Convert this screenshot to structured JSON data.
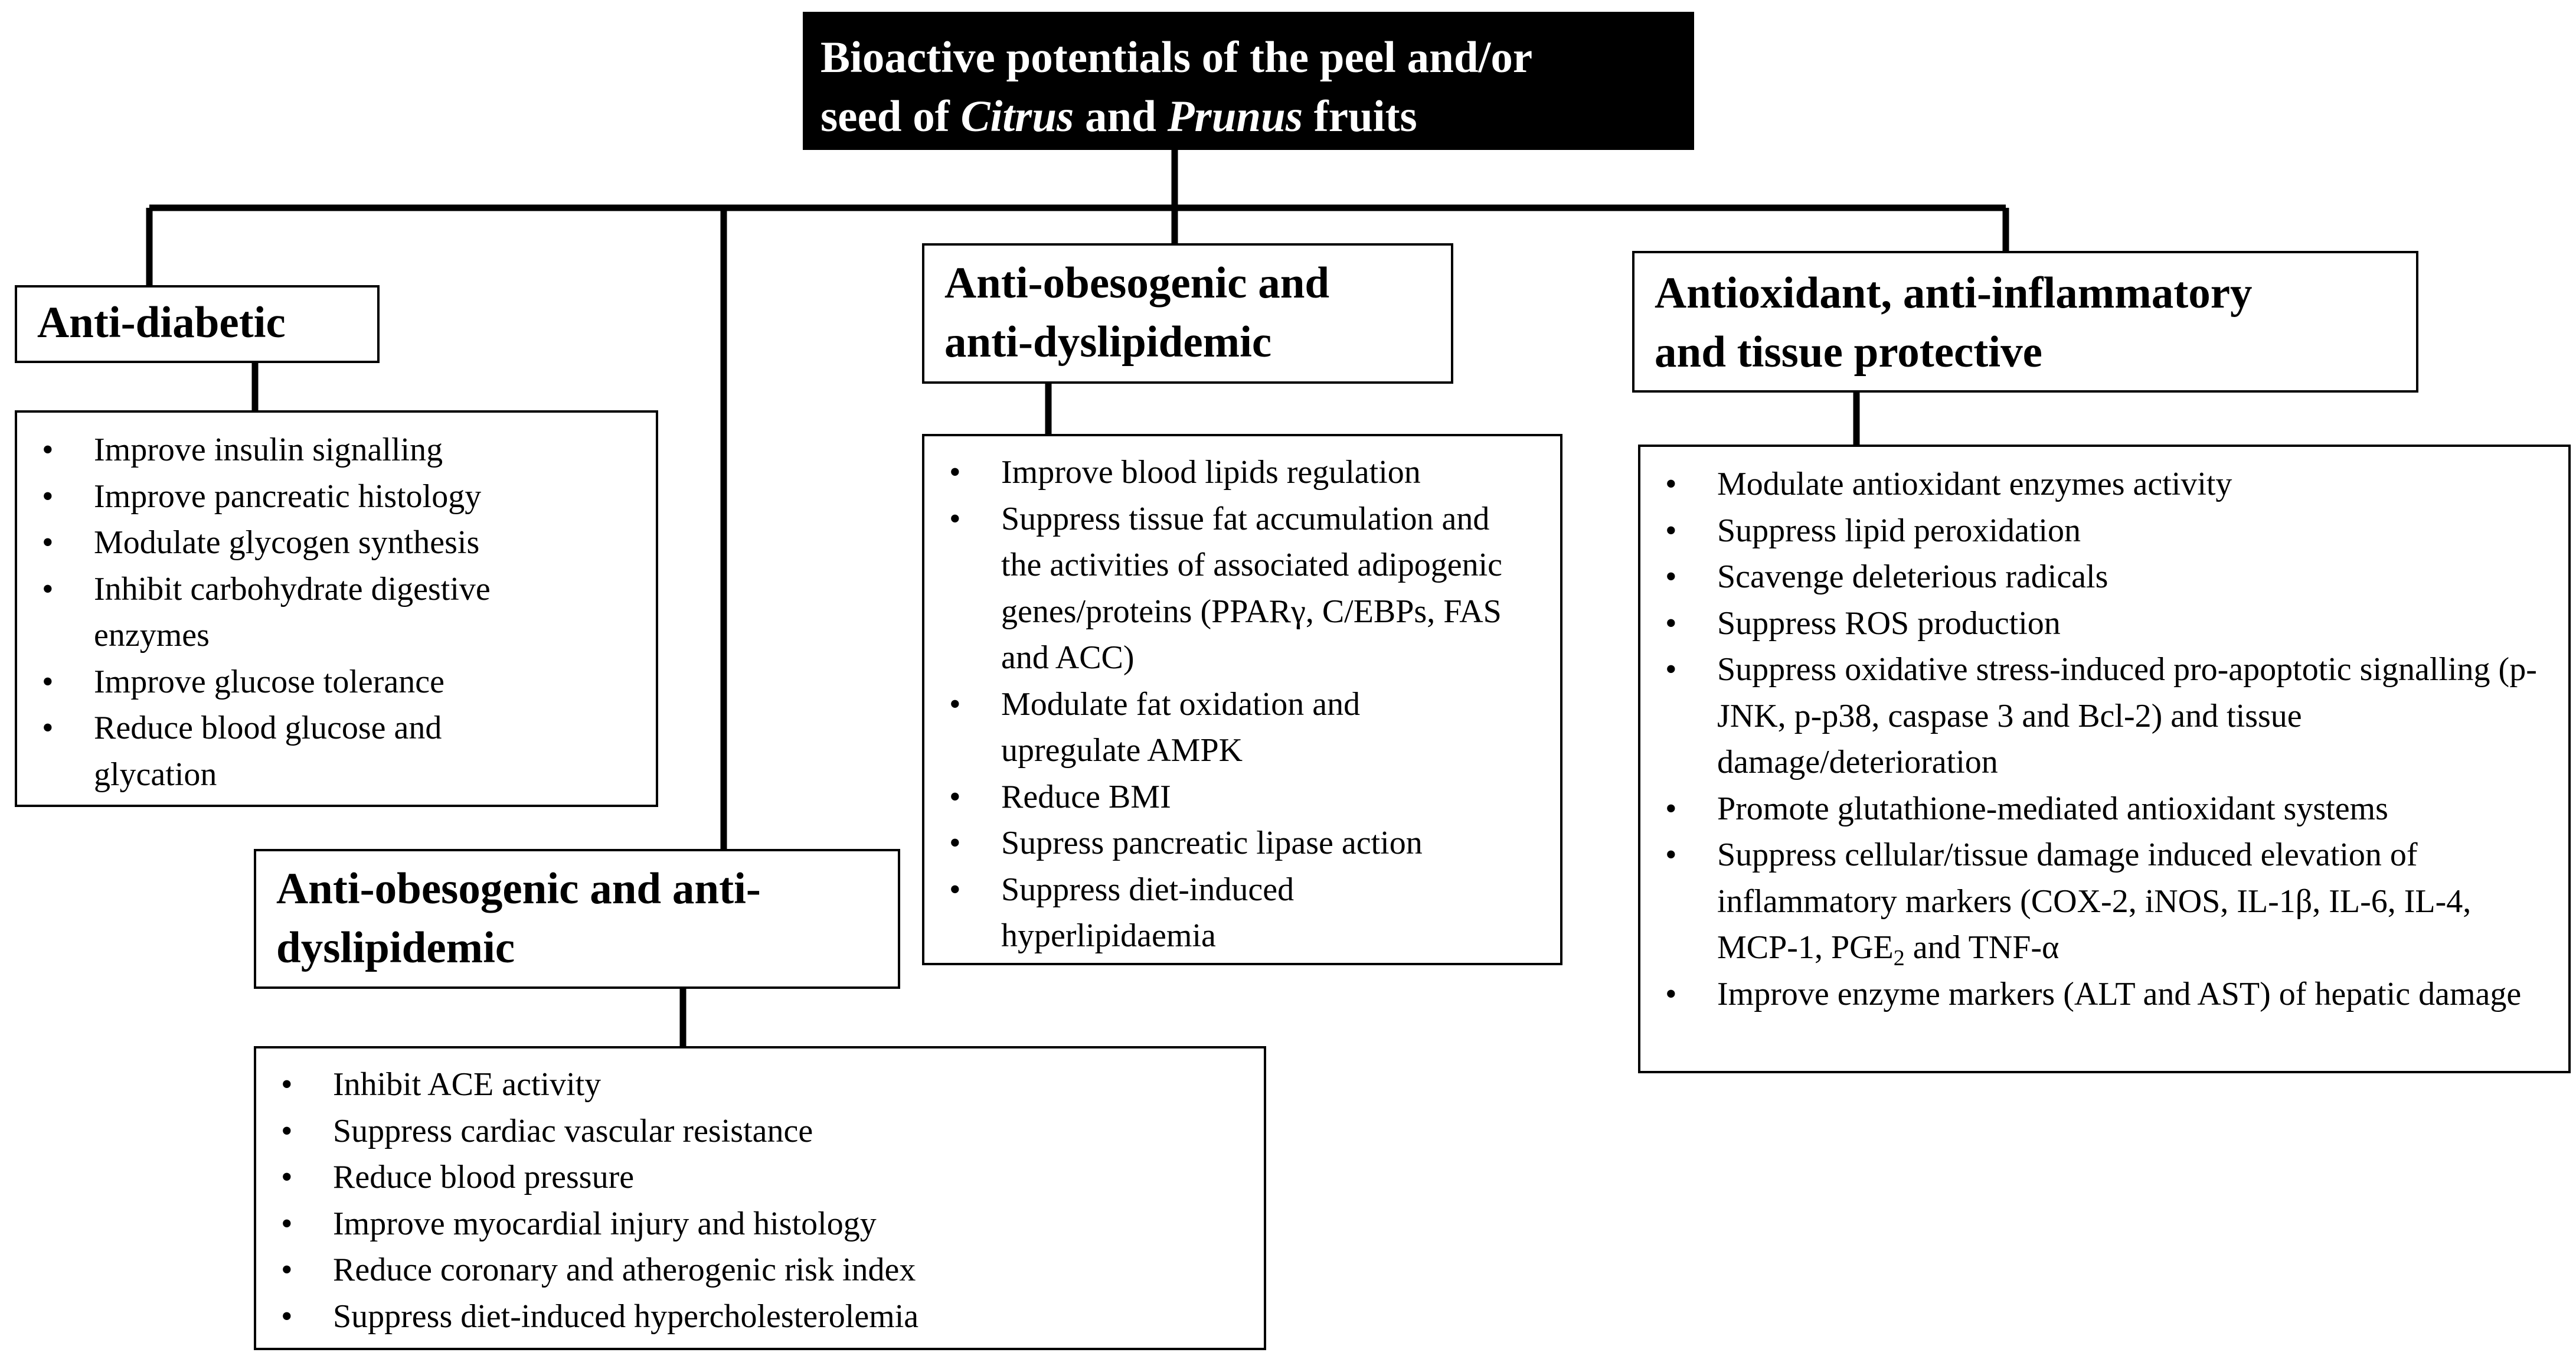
{
  "title": {
    "line1": "Bioactive potentials of the peel and/or",
    "line2_pre": "seed of ",
    "line2_citrus": "Citrus",
    "line2_mid": " and ",
    "line2_prunus": "Prunus",
    "line2_post": " fruits"
  },
  "groups": {
    "anti_diabetic": {
      "heading": "Anti-diabetic",
      "items": [
        "Improve insulin signalling",
        "Improve pancreatic histology",
        "Modulate glycogen synthesis",
        "Inhibit carbohydrate digestive enzymes",
        "Improve glucose tolerance",
        "Reduce blood glucose and glycation"
      ]
    },
    "anti_obesogenic_center": {
      "heading_line1": "Anti-obesogenic and",
      "heading_line2": "anti-dyslipidemic",
      "items": [
        "Improve blood lipids regulation",
        "Suppress tissue fat accumulation and the activities of associated adipogenic genes/proteins (PPARγ, C/EBPs, FAS and ACC)",
        "Modulate fat oxidation and upregulate AMPK",
        "Reduce BMI",
        "Supress pancreatic lipase action",
        "Suppress diet-induced hyperlipidaemia"
      ]
    },
    "antioxidant": {
      "heading_line1": "Antioxidant, anti-inflammatory",
      "heading_line2": "and tissue protective",
      "items": [
        "Modulate antioxidant enzymes activity",
        "Suppress lipid peroxidation",
        "Scavenge deleterious radicals",
        "Suppress ROS production",
        "Suppress oxidative stress-induced pro-apoptotic signalling (p-JNK, p-p38, caspase 3 and Bcl-2) and tissue damage/deterioration",
        "Promote glutathione-mediated antioxidant systems"
      ],
      "item7_a": "Suppress cellular/tissue damage induced elevation of inflammatory markers (COX-2, iNOS, IL-1β, IL-6, IL-4, MCP-1, PGE",
      "item7_sub": "2",
      "item7_b": " and TNF-α",
      "item8": "Improve enzyme markers (ALT and AST)  of hepatic damage"
    },
    "anti_obesogenic_lower": {
      "heading_line1": "Anti-obesogenic and anti-",
      "heading_line2": "dyslipidemic",
      "items": [
        "Inhibit ACE activity",
        "Suppress cardiac vascular resistance",
        "Reduce blood pressure",
        "Improve myocardial injury and histology",
        "Reduce coronary and atherogenic risk index",
        "Suppress diet-induced hypercholesterolemia"
      ]
    }
  }
}
